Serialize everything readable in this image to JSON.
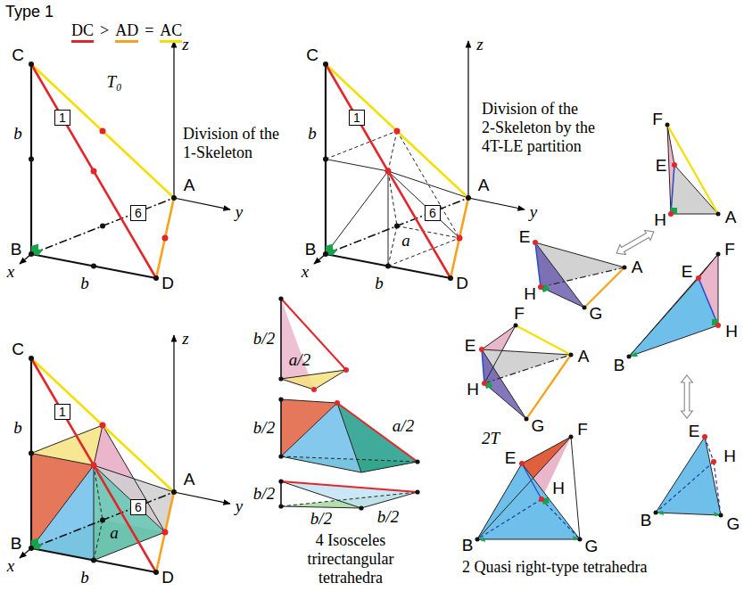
{
  "diagram": {
    "title": "Type 1",
    "nodes": [
      {
        "text": [
          "1"
        ]
      },
      {
        "text": [
          "6"
        ]
      },
      {
        "text": [
          "1"
        ]
      },
      {
        "text": [
          "6"
        ]
      },
      {
        "text": [
          "1"
        ]
      },
      {
        "text": [
          "6"
        ]
      }
    ],
    "labels": [
      ">",
      "=",
      "T₀",
      "C",
      "z",
      "b",
      "Division of the 1-Skeleton",
      "A",
      "y",
      "B",
      "x",
      "b",
      "D",
      "C",
      "z",
      "b",
      "Division of the 2-Skeleton by the 4T-LE partition",
      "A",
      "y",
      "B",
      "a",
      "x",
      "b",
      "D",
      "C",
      "z",
      "b",
      "A",
      "y",
      "B",
      "a",
      "x",
      "b",
      "D",
      "b/2",
      "a/2",
      "b/2",
      "a/2",
      "b/2",
      "b/2",
      "b/2",
      "4 Isosceles trirectangular tetrahedra",
      "F",
      "E",
      "H",
      "A",
      "E",
      "H",
      "A",
      "G",
      "F",
      "E",
      "A",
      "H",
      "G",
      "2T",
      "F",
      "E",
      "H",
      "B",
      "E",
      "H",
      "B",
      "G",
      "F",
      "E",
      "H",
      "B",
      "G",
      "2 Quasi right-type tetrahedra"
    ],
    "legend": [
      {
        "text": "DC",
        "color": "#e3262b"
      },
      {
        "text": "AD",
        "color": "#f6a21a"
      },
      {
        "text": "AC",
        "color": "#f3df00"
      }
    ]
  }
}
